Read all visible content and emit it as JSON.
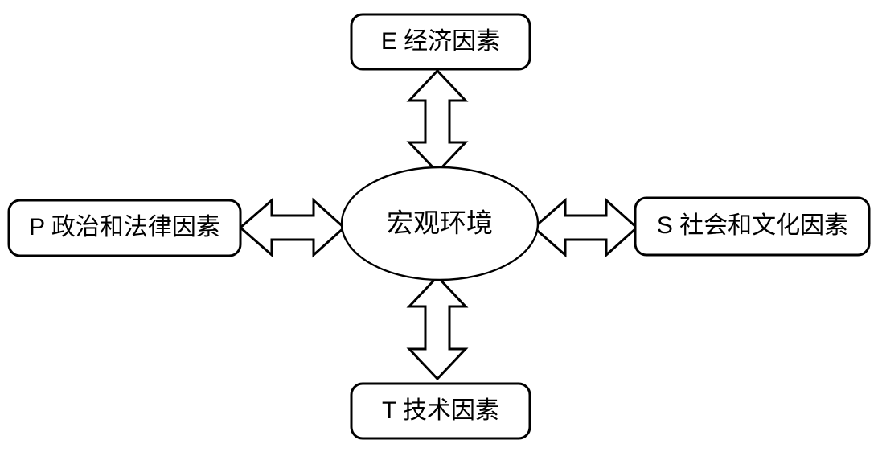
{
  "diagram": {
    "type": "pest-macro-environment",
    "center": {
      "label": "宏观环境",
      "shape": "ellipse"
    },
    "nodes": [
      {
        "key": "economic",
        "label": "E 经济因素",
        "position": "top"
      },
      {
        "key": "political",
        "label": "P 政治和法律因素",
        "position": "left"
      },
      {
        "key": "social",
        "label": "S 社会和文化因素",
        "position": "right"
      },
      {
        "key": "technological",
        "label": "T 技术因素",
        "position": "bottom"
      }
    ],
    "connectors": [
      {
        "key": "top-connector",
        "icon": "double-arrow-vertical-icon",
        "direction": "bidirectional-vertical"
      },
      {
        "key": "left-connector",
        "icon": "double-arrow-horizontal-icon",
        "direction": "bidirectional-horizontal"
      },
      {
        "key": "right-connector",
        "icon": "double-arrow-horizontal-icon",
        "direction": "bidirectional-horizontal"
      },
      {
        "key": "bottom-connector",
        "icon": "double-arrow-vertical-icon",
        "direction": "bidirectional-vertical"
      }
    ],
    "colors": {
      "stroke": "#000000",
      "fill": "#ffffff",
      "background": "#ffffff"
    }
  }
}
